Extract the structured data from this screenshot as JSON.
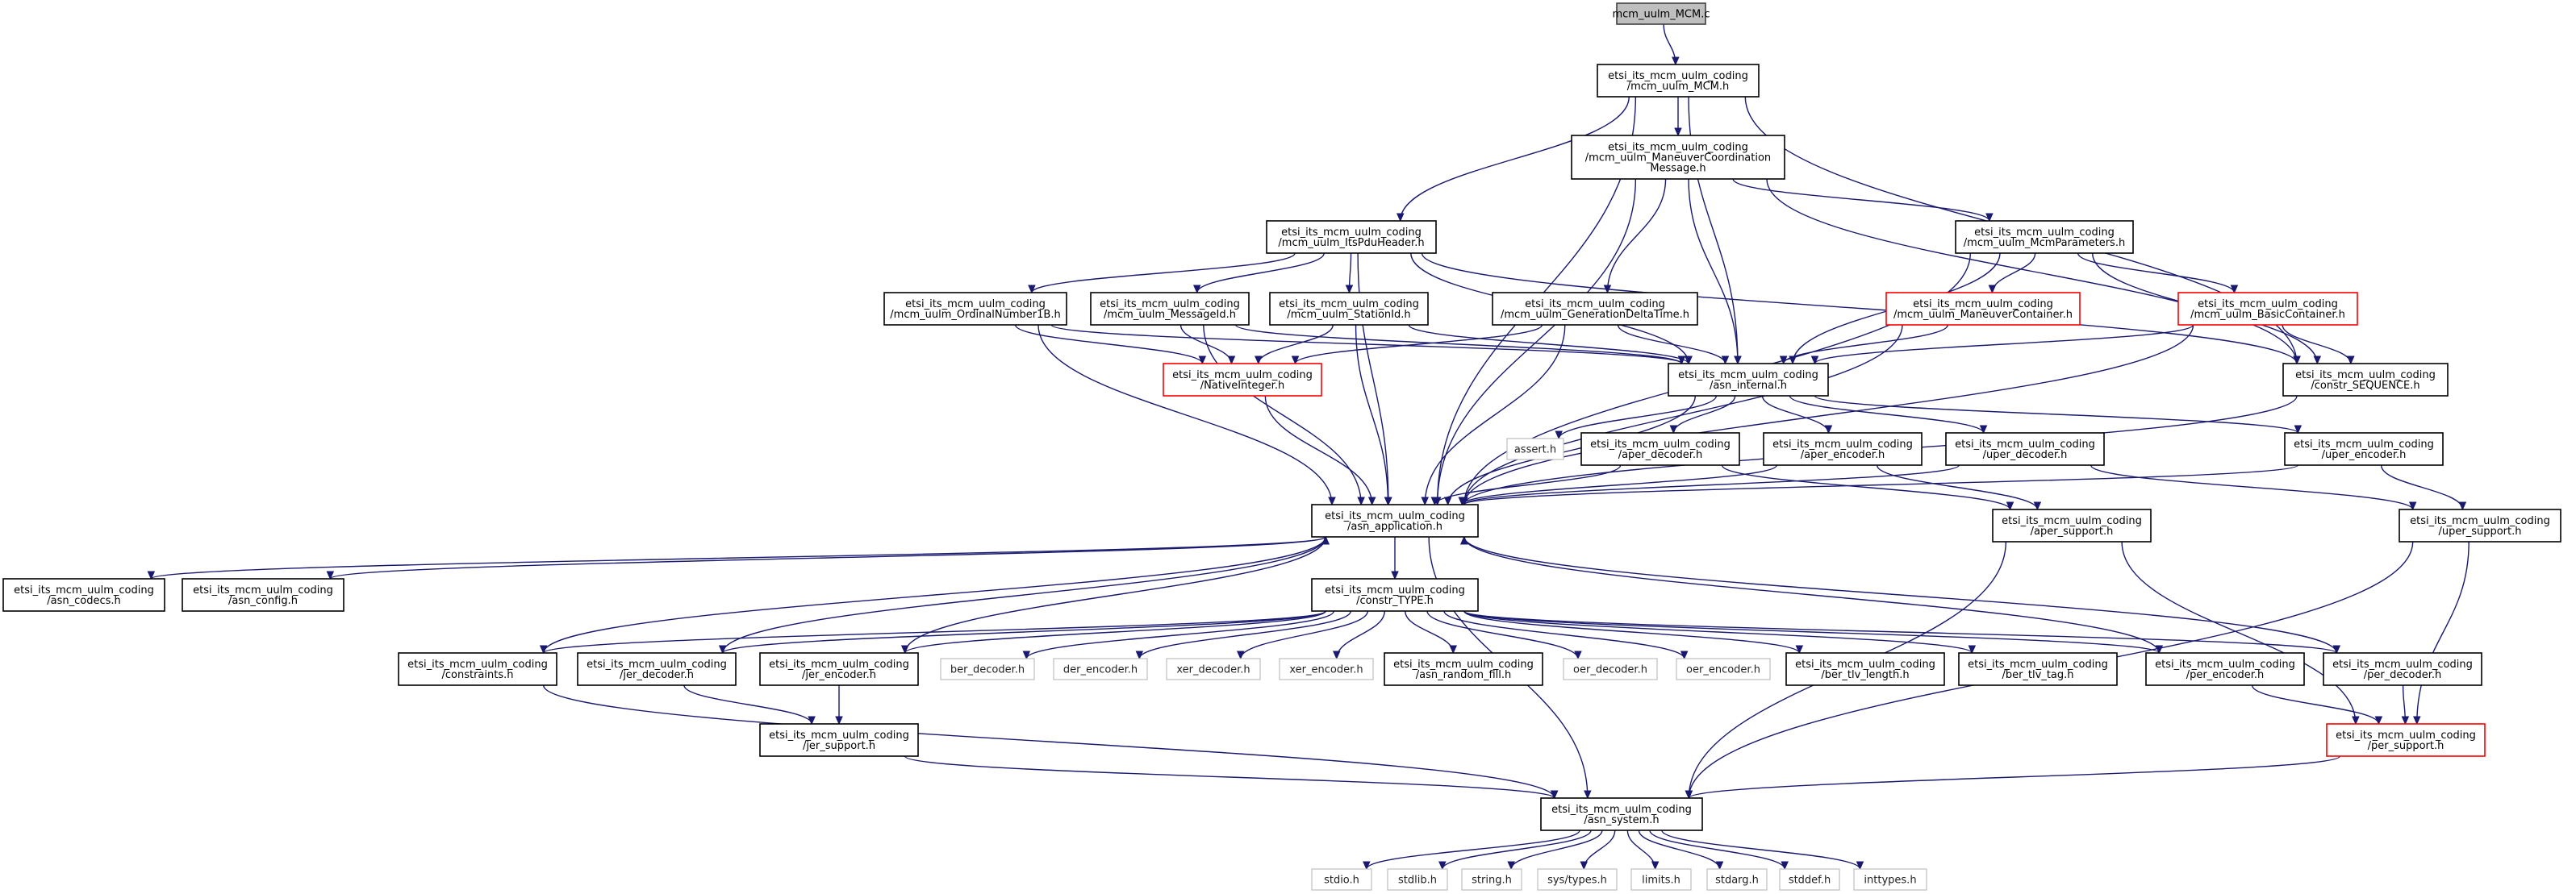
{
  "diagram": {
    "title": "",
    "nodes": [
      {
        "id": "root",
        "lines": [
          "mcm_uulm_MCM.c"
        ],
        "style": "root"
      },
      {
        "id": "mcm_h",
        "lines": [
          "etsi_its_mcm_uulm_coding",
          "/mcm_uulm_MCM.h"
        ],
        "style": "normal"
      },
      {
        "id": "mcmsg",
        "lines": [
          "etsi_its_mcm_uulm_coding",
          "/mcm_uulm_ManeuverCoordination",
          "Message.h"
        ],
        "style": "normal"
      },
      {
        "id": "itspdu",
        "lines": [
          "etsi_its_mcm_uulm_coding",
          "/mcm_uulm_ItsPduHeader.h"
        ],
        "style": "normal"
      },
      {
        "id": "mcmparams",
        "lines": [
          "etsi_its_mcm_uulm_coding",
          "/mcm_uulm_McmParameters.h"
        ],
        "style": "normal"
      },
      {
        "id": "ordinal",
        "lines": [
          "etsi_its_mcm_uulm_coding",
          "/mcm_uulm_OrdinalNumber1B.h"
        ],
        "style": "normal"
      },
      {
        "id": "msgid",
        "lines": [
          "etsi_its_mcm_uulm_coding",
          "/mcm_uulm_MessageId.h"
        ],
        "style": "normal"
      },
      {
        "id": "stationid",
        "lines": [
          "etsi_its_mcm_uulm_coding",
          "/mcm_uulm_StationId.h"
        ],
        "style": "normal"
      },
      {
        "id": "gendelta",
        "lines": [
          "etsi_its_mcm_uulm_coding",
          "/mcm_uulm_GenerationDeltaTime.h"
        ],
        "style": "normal"
      },
      {
        "id": "maneuvercont",
        "lines": [
          "etsi_its_mcm_uulm_coding",
          "/mcm_uulm_ManeuverContainer.h"
        ],
        "style": "red"
      },
      {
        "id": "basiccont",
        "lines": [
          "etsi_its_mcm_uulm_coding",
          "/mcm_uulm_BasicContainer.h"
        ],
        "style": "red"
      },
      {
        "id": "nativeint",
        "lines": [
          "etsi_its_mcm_uulm_coding",
          "/NativeInteger.h"
        ],
        "style": "red"
      },
      {
        "id": "asninternal",
        "lines": [
          "etsi_its_mcm_uulm_coding",
          "/asn_internal.h"
        ],
        "style": "normal"
      },
      {
        "id": "constrseq",
        "lines": [
          "etsi_its_mcm_uulm_coding",
          "/constr_SEQUENCE.h"
        ],
        "style": "normal"
      },
      {
        "id": "assert",
        "lines": [
          "assert.h"
        ],
        "style": "gray"
      },
      {
        "id": "aperdec",
        "lines": [
          "etsi_its_mcm_uulm_coding",
          "/aper_decoder.h"
        ],
        "style": "normal"
      },
      {
        "id": "aperenc",
        "lines": [
          "etsi_its_mcm_uulm_coding",
          "/aper_encoder.h"
        ],
        "style": "normal"
      },
      {
        "id": "uperdec",
        "lines": [
          "etsi_its_mcm_uulm_coding",
          "/uper_decoder.h"
        ],
        "style": "normal"
      },
      {
        "id": "uperenc",
        "lines": [
          "etsi_its_mcm_uulm_coding",
          "/uper_encoder.h"
        ],
        "style": "normal"
      },
      {
        "id": "asnapp",
        "lines": [
          "etsi_its_mcm_uulm_coding",
          "/asn_application.h"
        ],
        "style": "normal"
      },
      {
        "id": "apersupport",
        "lines": [
          "etsi_its_mcm_uulm_coding",
          "/aper_support.h"
        ],
        "style": "normal"
      },
      {
        "id": "upersupport",
        "lines": [
          "etsi_its_mcm_uulm_coding",
          "/uper_support.h"
        ],
        "style": "normal"
      },
      {
        "id": "asncodecs",
        "lines": [
          "etsi_its_mcm_uulm_coding",
          "/asn_codecs.h"
        ],
        "style": "normal"
      },
      {
        "id": "asnconfig",
        "lines": [
          "etsi_its_mcm_uulm_coding",
          "/asn_config.h"
        ],
        "style": "normal"
      },
      {
        "id": "constrtype",
        "lines": [
          "etsi_its_mcm_uulm_coding",
          "/constr_TYPE.h"
        ],
        "style": "normal"
      },
      {
        "id": "constraints",
        "lines": [
          "etsi_its_mcm_uulm_coding",
          "/constraints.h"
        ],
        "style": "normal"
      },
      {
        "id": "jerdec",
        "lines": [
          "etsi_its_mcm_uulm_coding",
          "/jer_decoder.h"
        ],
        "style": "normal"
      },
      {
        "id": "jerenc",
        "lines": [
          "etsi_its_mcm_uulm_coding",
          "/jer_encoder.h"
        ],
        "style": "normal"
      },
      {
        "id": "berdec",
        "lines": [
          "ber_decoder.h"
        ],
        "style": "gray"
      },
      {
        "id": "derenc",
        "lines": [
          "der_encoder.h"
        ],
        "style": "gray"
      },
      {
        "id": "xerdec",
        "lines": [
          "xer_decoder.h"
        ],
        "style": "gray"
      },
      {
        "id": "xerenc",
        "lines": [
          "xer_encoder.h"
        ],
        "style": "gray"
      },
      {
        "id": "randfill",
        "lines": [
          "etsi_its_mcm_uulm_coding",
          "/asn_random_fill.h"
        ],
        "style": "normal"
      },
      {
        "id": "oerdec",
        "lines": [
          "oer_decoder.h"
        ],
        "style": "gray"
      },
      {
        "id": "oerenc",
        "lines": [
          "oer_encoder.h"
        ],
        "style": "gray"
      },
      {
        "id": "bertlvlen",
        "lines": [
          "etsi_its_mcm_uulm_coding",
          "/ber_tlv_length.h"
        ],
        "style": "normal"
      },
      {
        "id": "bertlvtag",
        "lines": [
          "etsi_its_mcm_uulm_coding",
          "/ber_tlv_tag.h"
        ],
        "style": "normal"
      },
      {
        "id": "perenc",
        "lines": [
          "etsi_its_mcm_uulm_coding",
          "/per_encoder.h"
        ],
        "style": "normal"
      },
      {
        "id": "perdec",
        "lines": [
          "etsi_its_mcm_uulm_coding",
          "/per_decoder.h"
        ],
        "style": "normal"
      },
      {
        "id": "jersupport",
        "lines": [
          "etsi_its_mcm_uulm_coding",
          "/jer_support.h"
        ],
        "style": "normal"
      },
      {
        "id": "persupport",
        "lines": [
          "etsi_its_mcm_uulm_coding",
          "/per_support.h"
        ],
        "style": "red"
      },
      {
        "id": "asnsystem",
        "lines": [
          "etsi_its_mcm_uulm_coding",
          "/asn_system.h"
        ],
        "style": "normal"
      },
      {
        "id": "stdio",
        "lines": [
          "stdio.h"
        ],
        "style": "gray"
      },
      {
        "id": "stdlib",
        "lines": [
          "stdlib.h"
        ],
        "style": "gray"
      },
      {
        "id": "string",
        "lines": [
          "string.h"
        ],
        "style": "gray"
      },
      {
        "id": "systypes",
        "lines": [
          "sys/types.h"
        ],
        "style": "gray"
      },
      {
        "id": "limits",
        "lines": [
          "limits.h"
        ],
        "style": "gray"
      },
      {
        "id": "stdarg",
        "lines": [
          "stdarg.h"
        ],
        "style": "gray"
      },
      {
        "id": "stddef",
        "lines": [
          "stddef.h"
        ],
        "style": "gray"
      },
      {
        "id": "inttypes",
        "lines": [
          "inttypes.h"
        ],
        "style": "gray"
      }
    ],
    "edges": [
      [
        "root",
        "mcm_h"
      ],
      [
        "mcm_h",
        "mcmsg"
      ],
      [
        "mcm_h",
        "itspdu"
      ],
      [
        "mcm_h",
        "asninternal"
      ],
      [
        "mcm_h",
        "constrseq"
      ],
      [
        "mcm_h",
        "asnapp"
      ],
      [
        "mcmsg",
        "mcmparams"
      ],
      [
        "mcmsg",
        "gendelta"
      ],
      [
        "mcmsg",
        "asninternal"
      ],
      [
        "mcmsg",
        "constrseq"
      ],
      [
        "mcmsg",
        "asnapp"
      ],
      [
        "itspdu",
        "ordinal"
      ],
      [
        "itspdu",
        "msgid"
      ],
      [
        "itspdu",
        "stationid"
      ],
      [
        "itspdu",
        "asninternal"
      ],
      [
        "itspdu",
        "constrseq"
      ],
      [
        "itspdu",
        "asnapp"
      ],
      [
        "mcmparams",
        "maneuvercont"
      ],
      [
        "mcmparams",
        "basiccont"
      ],
      [
        "mcmparams",
        "asninternal"
      ],
      [
        "mcmparams",
        "constrseq"
      ],
      [
        "mcmparams",
        "asnapp"
      ],
      [
        "ordinal",
        "nativeint"
      ],
      [
        "ordinal",
        "asninternal"
      ],
      [
        "ordinal",
        "asnapp"
      ],
      [
        "msgid",
        "nativeint"
      ],
      [
        "msgid",
        "asninternal"
      ],
      [
        "msgid",
        "asnapp"
      ],
      [
        "stationid",
        "nativeint"
      ],
      [
        "stationid",
        "asninternal"
      ],
      [
        "stationid",
        "asnapp"
      ],
      [
        "gendelta",
        "nativeint"
      ],
      [
        "gendelta",
        "asninternal"
      ],
      [
        "gendelta",
        "asnapp"
      ],
      [
        "maneuvercont",
        "asninternal"
      ],
      [
        "maneuvercont",
        "asnapp"
      ],
      [
        "basiccont",
        "asninternal"
      ],
      [
        "basiccont",
        "constrseq"
      ],
      [
        "basiccont",
        "asnapp"
      ],
      [
        "nativeint",
        "asnapp"
      ],
      [
        "constrseq",
        "asnapp"
      ],
      [
        "asninternal",
        "assert"
      ],
      [
        "asninternal",
        "aperdec"
      ],
      [
        "asninternal",
        "aperenc"
      ],
      [
        "asninternal",
        "uperdec"
      ],
      [
        "asninternal",
        "uperenc"
      ],
      [
        "asninternal",
        "asnapp"
      ],
      [
        "aperdec",
        "apersupport"
      ],
      [
        "aperdec",
        "asnapp"
      ],
      [
        "aperenc",
        "apersupport"
      ],
      [
        "aperenc",
        "asnapp"
      ],
      [
        "uperdec",
        "upersupport"
      ],
      [
        "uperdec",
        "asnapp"
      ],
      [
        "uperenc",
        "upersupport"
      ],
      [
        "uperenc",
        "asnapp"
      ],
      [
        "asnapp",
        "asncodecs"
      ],
      [
        "asnapp",
        "asnconfig"
      ],
      [
        "asnapp",
        "constrtype"
      ],
      [
        "asnapp",
        "asnsystem"
      ],
      [
        "apersupport",
        "persupport"
      ],
      [
        "apersupport",
        "asnsystem"
      ],
      [
        "upersupport",
        "persupport"
      ],
      [
        "upersupport",
        "asnsystem"
      ],
      [
        "constrtype",
        "constraints"
      ],
      [
        "constrtype",
        "jerdec"
      ],
      [
        "constrtype",
        "jerenc"
      ],
      [
        "constrtype",
        "berdec"
      ],
      [
        "constrtype",
        "derenc"
      ],
      [
        "constrtype",
        "xerdec"
      ],
      [
        "constrtype",
        "xerenc"
      ],
      [
        "constrtype",
        "randfill"
      ],
      [
        "constrtype",
        "oerdec"
      ],
      [
        "constrtype",
        "oerenc"
      ],
      [
        "constrtype",
        "bertlvlen"
      ],
      [
        "constrtype",
        "bertlvtag"
      ],
      [
        "constrtype",
        "perenc"
      ],
      [
        "constrtype",
        "perdec"
      ],
      [
        "constraints",
        "asnapp"
      ],
      [
        "constraints",
        "asnsystem"
      ],
      [
        "jerdec",
        "asnapp"
      ],
      [
        "jerdec",
        "jersupport"
      ],
      [
        "jerenc",
        "asnapp"
      ],
      [
        "jerenc",
        "jersupport"
      ],
      [
        "perenc",
        "asnapp"
      ],
      [
        "perenc",
        "persupport"
      ],
      [
        "perdec",
        "asnapp"
      ],
      [
        "perdec",
        "persupport"
      ],
      [
        "jersupport",
        "asnsystem"
      ],
      [
        "persupport",
        "asnsystem"
      ],
      [
        "asnsystem",
        "stdio"
      ],
      [
        "asnsystem",
        "stdlib"
      ],
      [
        "asnsystem",
        "string"
      ],
      [
        "asnsystem",
        "systypes"
      ],
      [
        "asnsystem",
        "limits"
      ],
      [
        "asnsystem",
        "stdarg"
      ],
      [
        "asnsystem",
        "stddef"
      ],
      [
        "asnsystem",
        "inttypes"
      ]
    ]
  }
}
